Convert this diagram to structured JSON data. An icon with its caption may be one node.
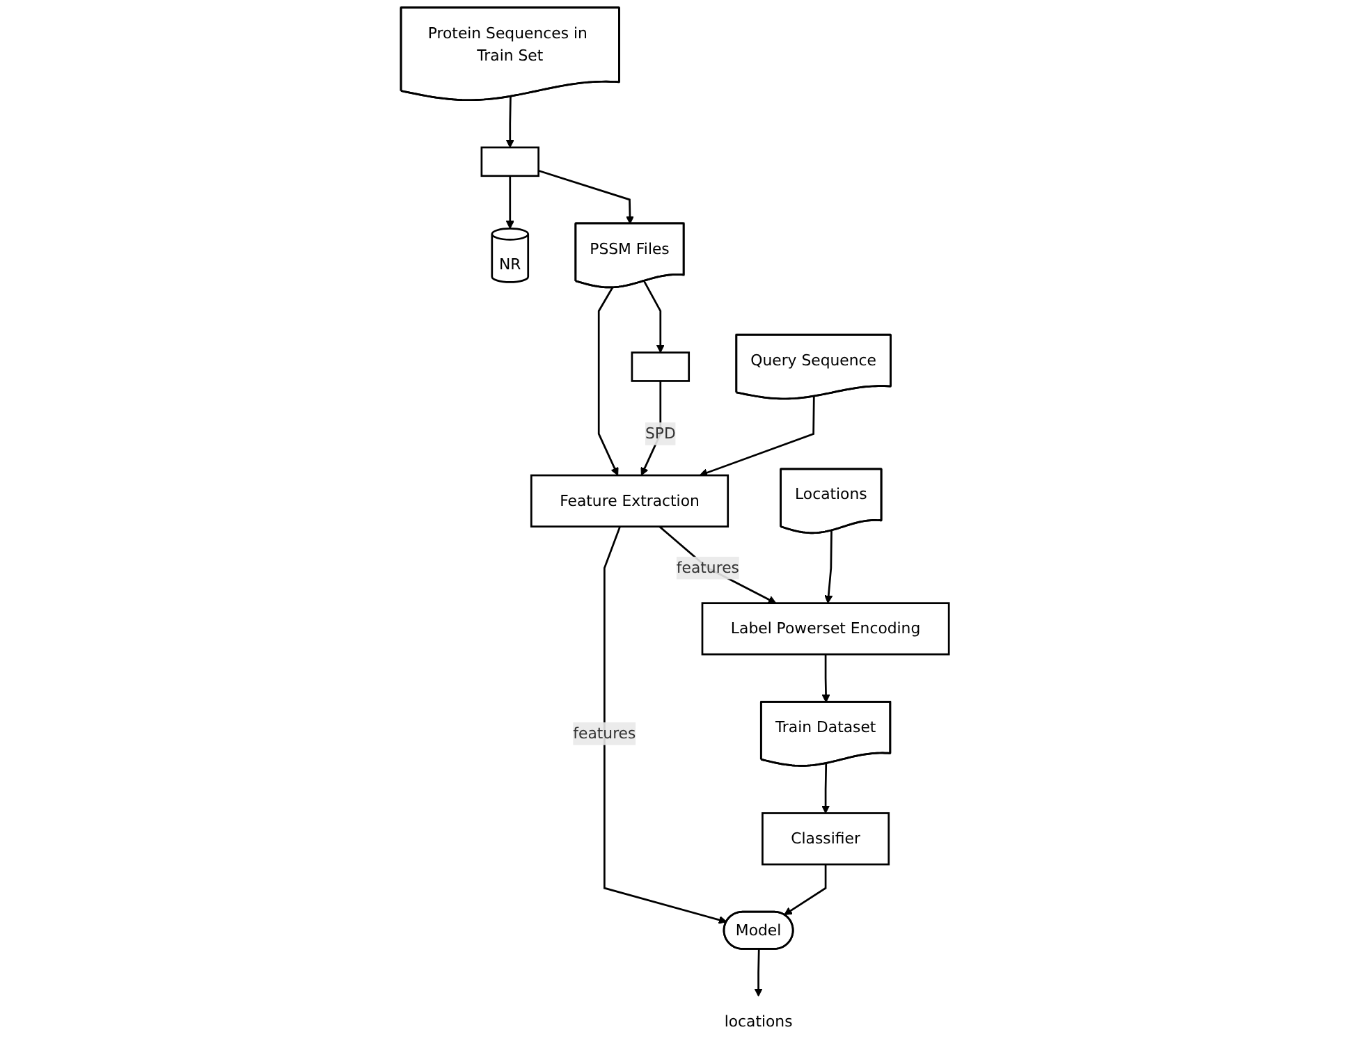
{
  "diagram": {
    "nodes": [
      {
        "text": [
          "Protein Sequences in Train Set"
        ]
      },
      {
        "text": [
          "Locations"
        ]
      },
      {
        "text": [
          "Query Sequence"
        ]
      },
      {
        "text": [
          "NR"
        ]
      },
      {
        "text": [],
        "shape": "box"
      },
      {
        "text": [
          "PSSM Files"
        ]
      },
      {
        "text": [],
        "shape": "box"
      },
      {
        "text": [
          "Feature Extraction"
        ]
      },
      {
        "text": [
          "Label Powerset Encoding"
        ]
      },
      {
        "text": [
          "Train Dataset"
        ]
      },
      {
        "text": [
          "Classifier"
        ]
      },
      {
        "text": [
          "Model"
        ]
      },
      {
        "text": [
          "locations"
        ]
      }
    ],
    "edges": [
      {
        "from": 0,
        "to": 4,
        "arrow": "to"
      },
      {
        "from": 4,
        "to": 3,
        "arrow": "to"
      },
      {
        "from": 4,
        "to": 5,
        "arrow": "to"
      },
      {
        "from": 5,
        "to": 6,
        "arrow": "to"
      },
      {
        "from": 5,
        "to": 7,
        "arrow": "to"
      },
      {
        "from": 6,
        "to": 7,
        "arrow": "to",
        "label": "SPD"
      },
      {
        "from": 2,
        "to": 7,
        "arrow": "to"
      },
      {
        "from": 7,
        "to": 8,
        "arrow": "to",
        "label": "features"
      },
      {
        "from": 7,
        "to": 11,
        "arrow": "to",
        "label": "features"
      },
      {
        "from": 1,
        "to": 8,
        "arrow": "to"
      },
      {
        "from": 8,
        "to": 9,
        "arrow": "to"
      },
      {
        "from": 9,
        "to": 10,
        "arrow": "to"
      },
      {
        "from": 10,
        "to": 11,
        "arrow": "to"
      },
      {
        "from": 11,
        "to": 12,
        "arrow": "to"
      }
    ]
  }
}
